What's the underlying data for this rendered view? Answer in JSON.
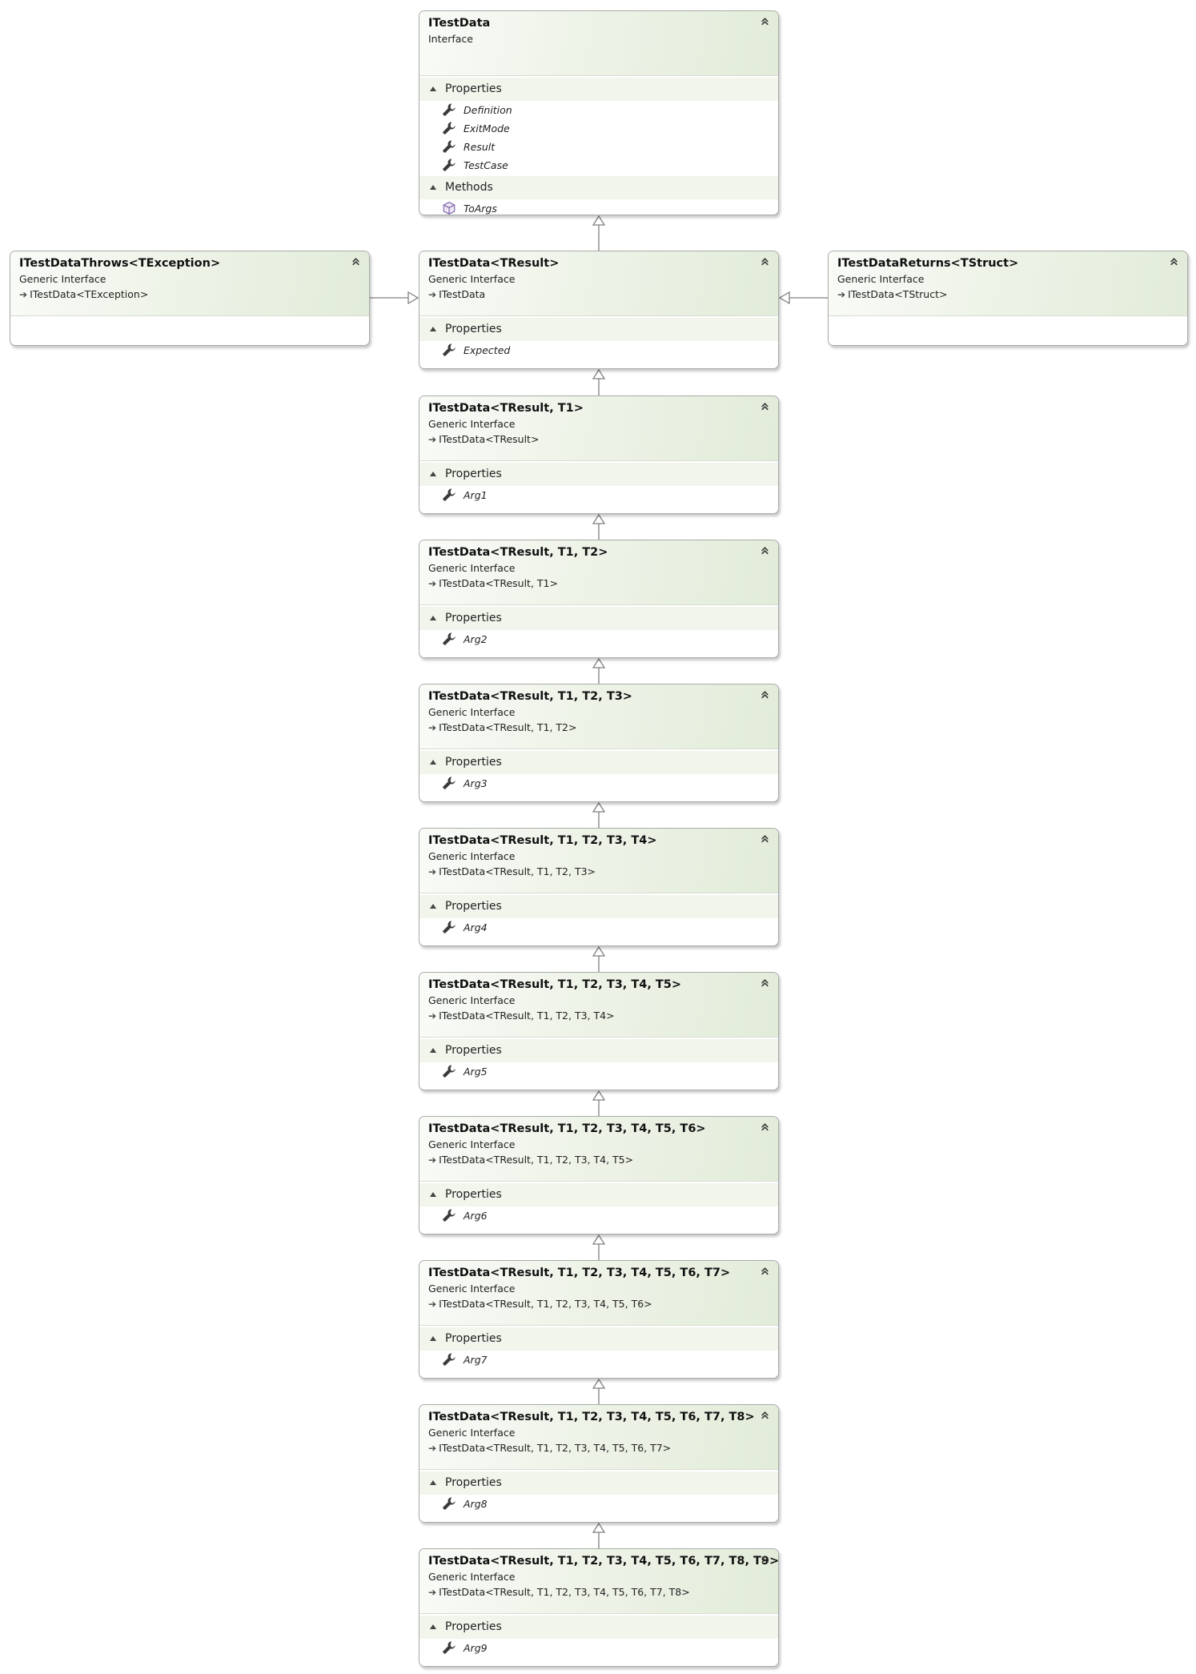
{
  "diagram": {
    "boxes": [
      {
        "id": "itestdata",
        "title": "ITestData",
        "kind": "Interface",
        "base": "",
        "sections": [
          {
            "label": "Properties",
            "members": [
              {
                "name": "Definition",
                "icon": "wrench-icon"
              },
              {
                "name": "ExitMode",
                "icon": "wrench-icon"
              },
              {
                "name": "Result",
                "icon": "wrench-icon"
              },
              {
                "name": "TestCase",
                "icon": "wrench-icon"
              }
            ]
          },
          {
            "label": "Methods",
            "members": [
              {
                "name": "ToArgs",
                "icon": "cube-icon"
              }
            ]
          }
        ]
      },
      {
        "id": "itestdatathrows",
        "title": "ITestDataThrows<TException>",
        "kind": "Generic Interface",
        "base": "ITestData<TException>",
        "sections": []
      },
      {
        "id": "itestdata-tresult",
        "title": "ITestData<TResult>",
        "kind": "Generic Interface",
        "base": "ITestData",
        "sections": [
          {
            "label": "Properties",
            "members": [
              {
                "name": "Expected",
                "icon": "wrench-icon"
              }
            ]
          }
        ]
      },
      {
        "id": "itestdatareturns",
        "title": "ITestDataReturns<TStruct>",
        "kind": "Generic Interface",
        "base": "ITestData<TStruct>",
        "sections": []
      },
      {
        "id": "itestdata-1",
        "title": "ITestData<TResult, T1>",
        "kind": "Generic Interface",
        "base": "ITestData<TResult>",
        "sections": [
          {
            "label": "Properties",
            "members": [
              {
                "name": "Arg1",
                "icon": "wrench-icon"
              }
            ]
          }
        ]
      },
      {
        "id": "itestdata-2",
        "title": "ITestData<TResult, T1, T2>",
        "kind": "Generic Interface",
        "base": "ITestData<TResult, T1>",
        "sections": [
          {
            "label": "Properties",
            "members": [
              {
                "name": "Arg2",
                "icon": "wrench-icon"
              }
            ]
          }
        ]
      },
      {
        "id": "itestdata-3",
        "title": "ITestData<TResult, T1, T2, T3>",
        "kind": "Generic Interface",
        "base": "ITestData<TResult, T1, T2>",
        "sections": [
          {
            "label": "Properties",
            "members": [
              {
                "name": "Arg3",
                "icon": "wrench-icon"
              }
            ]
          }
        ]
      },
      {
        "id": "itestdata-4",
        "title": "ITestData<TResult, T1, T2, T3, T4>",
        "kind": "Generic Interface",
        "base": "ITestData<TResult, T1, T2, T3>",
        "sections": [
          {
            "label": "Properties",
            "members": [
              {
                "name": "Arg4",
                "icon": "wrench-icon"
              }
            ]
          }
        ]
      },
      {
        "id": "itestdata-5",
        "title": "ITestData<TResult, T1, T2, T3, T4, T5>",
        "kind": "Generic Interface",
        "base": "ITestData<TResult, T1, T2, T3, T4>",
        "sections": [
          {
            "label": "Properties",
            "members": [
              {
                "name": "Arg5",
                "icon": "wrench-icon"
              }
            ]
          }
        ]
      },
      {
        "id": "itestdata-6",
        "title": "ITestData<TResult, T1, T2, T3, T4, T5, T6>",
        "kind": "Generic Interface",
        "base": "ITestData<TResult, T1, T2, T3, T4, T5>",
        "sections": [
          {
            "label": "Properties",
            "members": [
              {
                "name": "Arg6",
                "icon": "wrench-icon"
              }
            ]
          }
        ]
      },
      {
        "id": "itestdata-7",
        "title": "ITestData<TResult, T1, T2, T3, T4, T5, T6, T7>",
        "kind": "Generic Interface",
        "base": "ITestData<TResult, T1, T2, T3, T4, T5, T6>",
        "sections": [
          {
            "label": "Properties",
            "members": [
              {
                "name": "Arg7",
                "icon": "wrench-icon"
              }
            ]
          }
        ]
      },
      {
        "id": "itestdata-8",
        "title": "ITestData<TResult, T1, T2, T3, T4, T5, T6, T7, T8>",
        "kind": "Generic Interface",
        "base": "ITestData<TResult, T1, T2, T3, T4, T5, T6, T7>",
        "sections": [
          {
            "label": "Properties",
            "members": [
              {
                "name": "Arg8",
                "icon": "wrench-icon"
              }
            ]
          }
        ]
      },
      {
        "id": "itestdata-9",
        "title": "ITestData<TResult, T1, T2, T3, T4, T5, T6, T7, T8, T9>",
        "kind": "Generic Interface",
        "base": "ITestData<TResult, T1, T2, T3, T4, T5, T6, T7, T8>",
        "sections": [
          {
            "label": "Properties",
            "members": [
              {
                "name": "Arg9",
                "icon": "wrench-icon"
              }
            ]
          }
        ]
      }
    ],
    "inheritance": [
      {
        "from": "itestdata-tresult",
        "to": "itestdata"
      },
      {
        "from": "itestdatathrows",
        "to": "itestdata-tresult"
      },
      {
        "from": "itestdatareturns",
        "to": "itestdata-tresult"
      },
      {
        "from": "itestdata-1",
        "to": "itestdata-tresult"
      },
      {
        "from": "itestdata-2",
        "to": "itestdata-1"
      },
      {
        "from": "itestdata-3",
        "to": "itestdata-2"
      },
      {
        "from": "itestdata-4",
        "to": "itestdata-3"
      },
      {
        "from": "itestdata-5",
        "to": "itestdata-4"
      },
      {
        "from": "itestdata-6",
        "to": "itestdata-5"
      },
      {
        "from": "itestdata-7",
        "to": "itestdata-6"
      },
      {
        "from": "itestdata-8",
        "to": "itestdata-7"
      },
      {
        "from": "itestdata-9",
        "to": "itestdata-8"
      }
    ],
    "colors": {
      "header_gradient_end": "#e2ecd9",
      "section_band": "#f1f5ec",
      "border": "#a9ada8"
    }
  }
}
